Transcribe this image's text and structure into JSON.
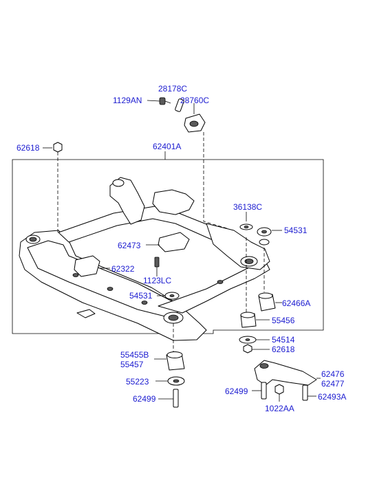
{
  "diagram": {
    "labels": {
      "p28178C": "28178C",
      "p1129AN": "1129AN",
      "p28760C": "28760C",
      "p62618_top": "62618",
      "p62401A": "62401A",
      "p36138C": "36138C",
      "p54531_right": "54531",
      "p62473": "62473",
      "p62322": "62322",
      "p1123LC": "1123LC",
      "p54531_center": "54531",
      "p62466A": "62466A",
      "p55456": "55456",
      "p54514": "54514",
      "p62618_right": "62618",
      "p55455B": "55455B",
      "p55457": "55457",
      "p55223": "55223",
      "p62499_left": "62499",
      "p62476": "62476",
      "p62477": "62477",
      "p62499_right": "62499",
      "p62493A": "62493A",
      "p1022AA": "1022AA"
    },
    "colors": {
      "label": "#1b1bd0",
      "line": "#000000",
      "shade": "#9a9a9a"
    }
  }
}
